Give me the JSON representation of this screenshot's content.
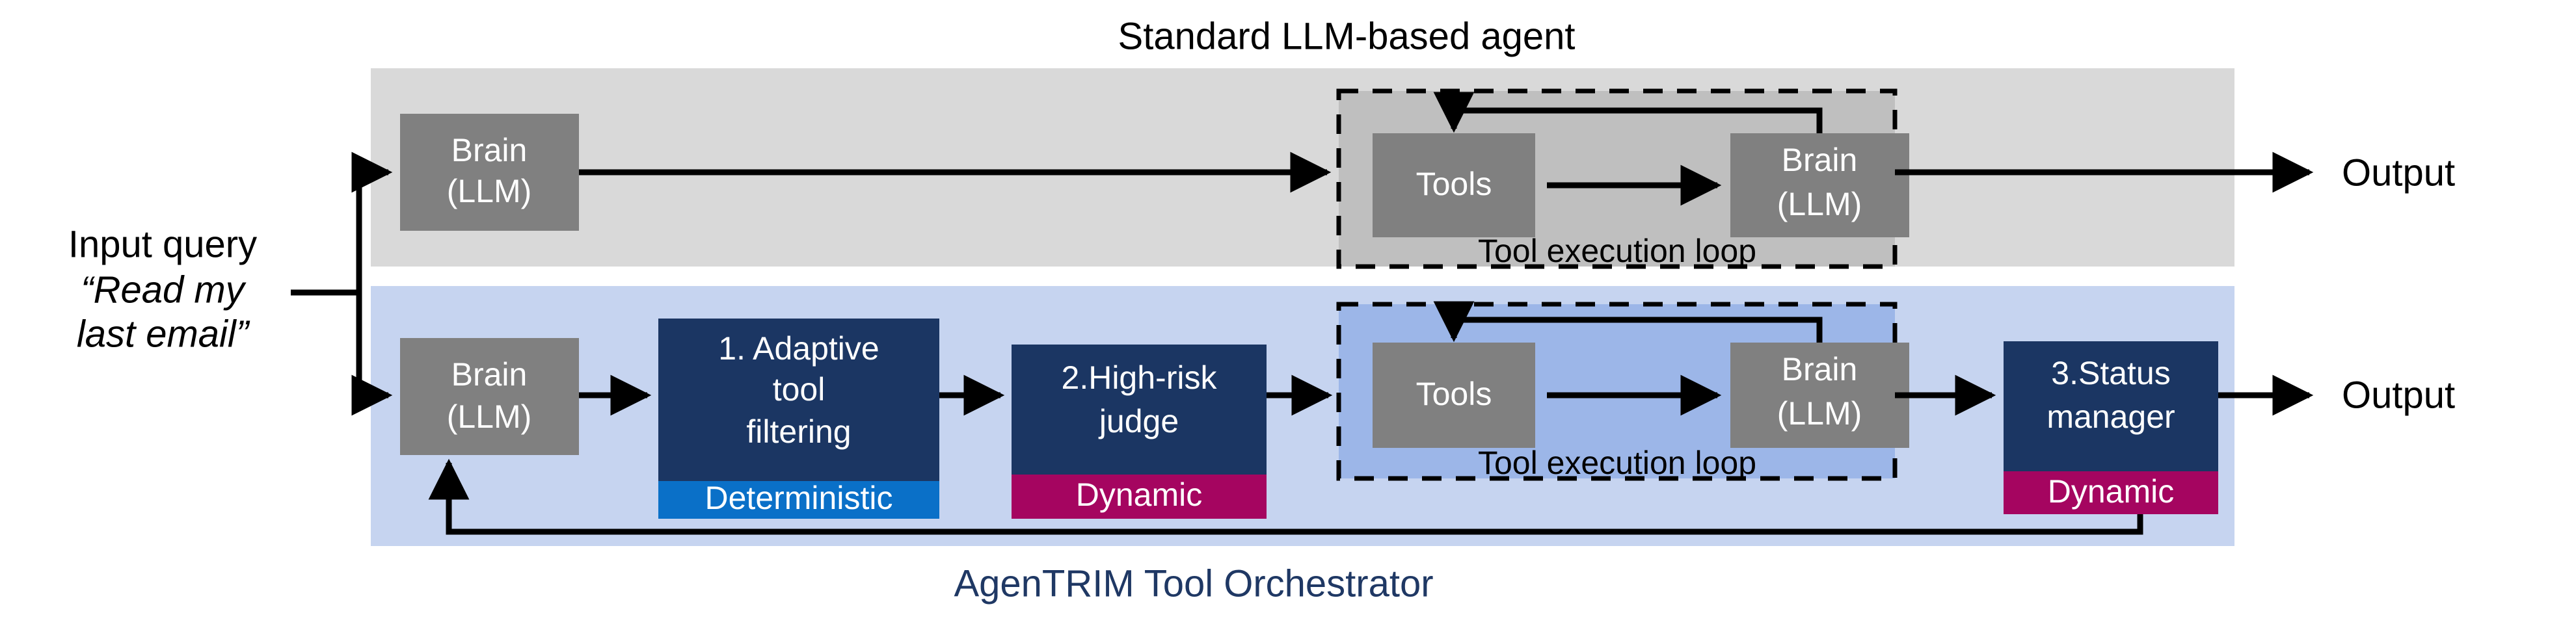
{
  "figure": {
    "top_panel_title": "Standard LLM-based agent",
    "bottom_panel_caption": "AgenTRIM Tool Orchestrator",
    "input": {
      "label": "Input query",
      "quote_line1": "“Read my",
      "quote_line2": "last email”"
    },
    "outputs": {
      "top": "Output",
      "bottom": "Output"
    },
    "colors": {
      "top_panel_bg": "#d9d9d9",
      "bottom_panel_bg": "#c6d4f0",
      "top_loop_bg": "#bfbfbf",
      "bottom_loop_bg": "#9cb6e8",
      "gray_box": "#808080",
      "navy_box": "#1b3663",
      "deterministic_band": "#0a70c8",
      "dynamic_band": "#a50560",
      "arrow": "#000000",
      "caption_blue": "#1f3864"
    }
  },
  "top_panel": {
    "brain": {
      "line1": "Brain",
      "line2": "(LLM)"
    },
    "loop": {
      "label": "Tool execution loop",
      "tools": "Tools",
      "brain_line1": "Brain",
      "brain_line2": "(LLM)"
    }
  },
  "bottom_panel": {
    "brain": {
      "line1": "Brain",
      "line2": "(LLM)"
    },
    "stages": [
      {
        "title_line1": "1. Adaptive",
        "title_line2": "tool",
        "title_line3": "filtering",
        "band": "Deterministic",
        "band_color": "#0a70c8"
      },
      {
        "title_line1": "2.High-risk",
        "title_line2": "judge",
        "band": "Dynamic",
        "band_color": "#a50560"
      },
      {
        "title_line1": "3.Status",
        "title_line2": "manager",
        "band": "Dynamic",
        "band_color": "#a50560"
      }
    ],
    "loop": {
      "label": "Tool execution loop",
      "tools": "Tools",
      "brain_line1": "Brain",
      "brain_line2": "(LLM)"
    }
  }
}
